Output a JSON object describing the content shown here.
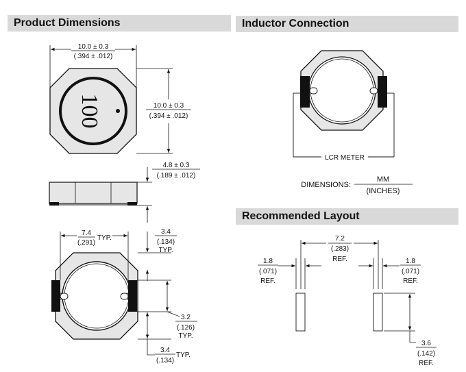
{
  "headers": {
    "product_dimensions": "Product Dimensions",
    "inductor_connection": "Inductor Connection",
    "recommended_layout": "Recommended Layout"
  },
  "top_view": {
    "marking": "100",
    "width_mm": "10.0 ± 0.3",
    "width_in": "(.394 ± .012)",
    "height_mm": "10.0 ± 0.3",
    "height_in": "(.394 ± .012)"
  },
  "side_view": {
    "thickness_mm": "4.8 ± 0.3",
    "thickness_in": "(.189 ± .012)"
  },
  "bottom_view": {
    "width_mm": "7.4",
    "width_in": "(.291)",
    "width_note": "TYP.",
    "top_offset_mm": "3.4",
    "top_offset_in": "(.134)",
    "top_offset_note": "TYP.",
    "pad_mm": "3.2",
    "pad_in": "(.126)",
    "pad_note": "TYP.",
    "bottom_offset_mm": "3.4",
    "bottom_offset_in": "(.134)",
    "bottom_offset_note": "TYP."
  },
  "connection": {
    "meter_label": "LCR METER",
    "dimensions_label": "DIMENSIONS:",
    "units_top": "MM",
    "units_bottom": "(INCHES)"
  },
  "layout": {
    "center_mm": "7.2",
    "center_in": "(.283)",
    "center_note": "REF.",
    "left_pad_mm": "1.8",
    "left_pad_in": "(.071)",
    "left_pad_note": "REF.",
    "right_pad_mm": "1.8",
    "right_pad_in": "(.071)",
    "right_pad_note": "REF.",
    "pad_len_mm": "3.6",
    "pad_len_in": "(.142)",
    "pad_len_note": "REF."
  }
}
